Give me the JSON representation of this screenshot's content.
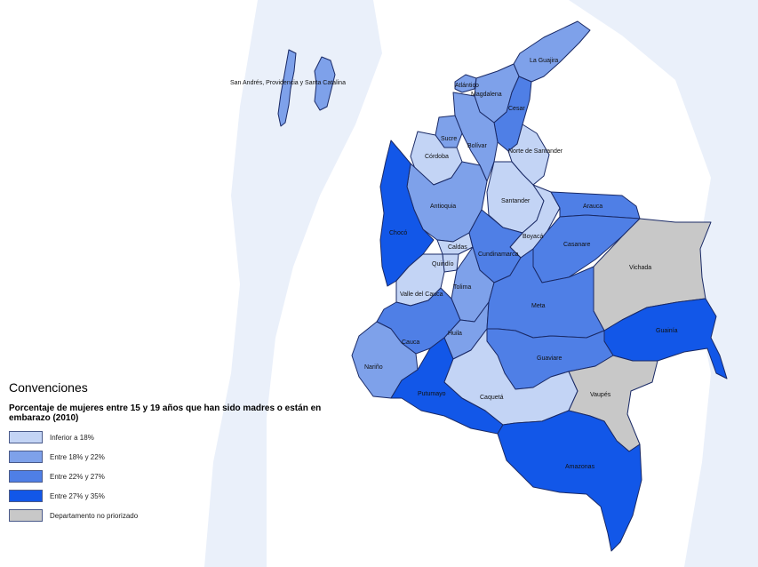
{
  "colors": {
    "background_silhouette": "#eaf0fa",
    "class_1": "#c3d4f5",
    "class_2": "#7ea1ea",
    "class_3": "#4f7fe6",
    "class_4": "#1257e8",
    "not_prioritized": "#c8c8c8",
    "border": "#1a2a66"
  },
  "departments": {
    "san_andres": {
      "label": "San Andrés, Providencia y Santa Catalina",
      "class": "class_2"
    },
    "la_guajira": {
      "label": "La Guajira",
      "class": "class_2"
    },
    "atlantico": {
      "label": "Atlántico",
      "class": "class_2"
    },
    "magdalena": {
      "label": "Magdalena",
      "class": "class_2"
    },
    "cesar": {
      "label": "Cesar",
      "class": "class_3"
    },
    "bolivar": {
      "label": "Bolívar",
      "class": "class_2"
    },
    "sucre": {
      "label": "Sucre",
      "class": "class_2"
    },
    "cordoba": {
      "label": "Córdoba",
      "class": "class_1"
    },
    "norte_santander": {
      "label": "Norte de Santander",
      "class": "class_1"
    },
    "antioquia": {
      "label": "Antioquia",
      "class": "class_2"
    },
    "santander": {
      "label": "Santander",
      "class": "class_1"
    },
    "boyaca": {
      "label": "Boyacá",
      "class": "class_1"
    },
    "arauca": {
      "label": "Arauca",
      "class": "class_3"
    },
    "casanare": {
      "label": "Casanare",
      "class": "class_3"
    },
    "vichada": {
      "label": "Vichada",
      "class": "not_prioritized"
    },
    "choco": {
      "label": "Chocó",
      "class": "class_4"
    },
    "cundinamarca": {
      "label": "Cundinamarca",
      "class": "class_3"
    },
    "caldas": {
      "label": "Caldas",
      "class": "class_1"
    },
    "quindio": {
      "label": "Quindío",
      "class": "class_1"
    },
    "valle": {
      "label": "Valle del Cauca",
      "class": "class_1"
    },
    "tolima": {
      "label": "Tolima",
      "class": "class_2"
    },
    "meta": {
      "label": "Meta",
      "class": "class_3"
    },
    "guainia": {
      "label": "Guainía",
      "class": "class_4"
    },
    "cauca": {
      "label": "Cauca",
      "class": "class_3"
    },
    "huila": {
      "label": "Huila",
      "class": "class_2"
    },
    "guaviare": {
      "label": "Guaviare",
      "class": "class_3"
    },
    "narino": {
      "label": "Nariño",
      "class": "class_2"
    },
    "putumayo": {
      "label": "Putumayo",
      "class": "class_4"
    },
    "caqueta": {
      "label": "Caquetá",
      "class": "class_1"
    },
    "vaupes": {
      "label": "Vaupés",
      "class": "not_prioritized"
    },
    "amazonas": {
      "label": "Amazonas",
      "class": "class_4"
    }
  },
  "legend": {
    "title": "Convenciones",
    "subtitle": "Porcentaje de mujeres entre 15 y 19 años que han sido madres o están en embarazo (2010)",
    "items": [
      {
        "label": "Inferior a 18%",
        "class": "class_1"
      },
      {
        "label": "Entre 18% y 22%",
        "class": "class_2"
      },
      {
        "label": "Entre 22% y 27%",
        "class": "class_3"
      },
      {
        "label": "Entre 27% y 35%",
        "class": "class_4"
      },
      {
        "label": "Departamento no priorizado",
        "class": "not_prioritized"
      }
    ]
  }
}
